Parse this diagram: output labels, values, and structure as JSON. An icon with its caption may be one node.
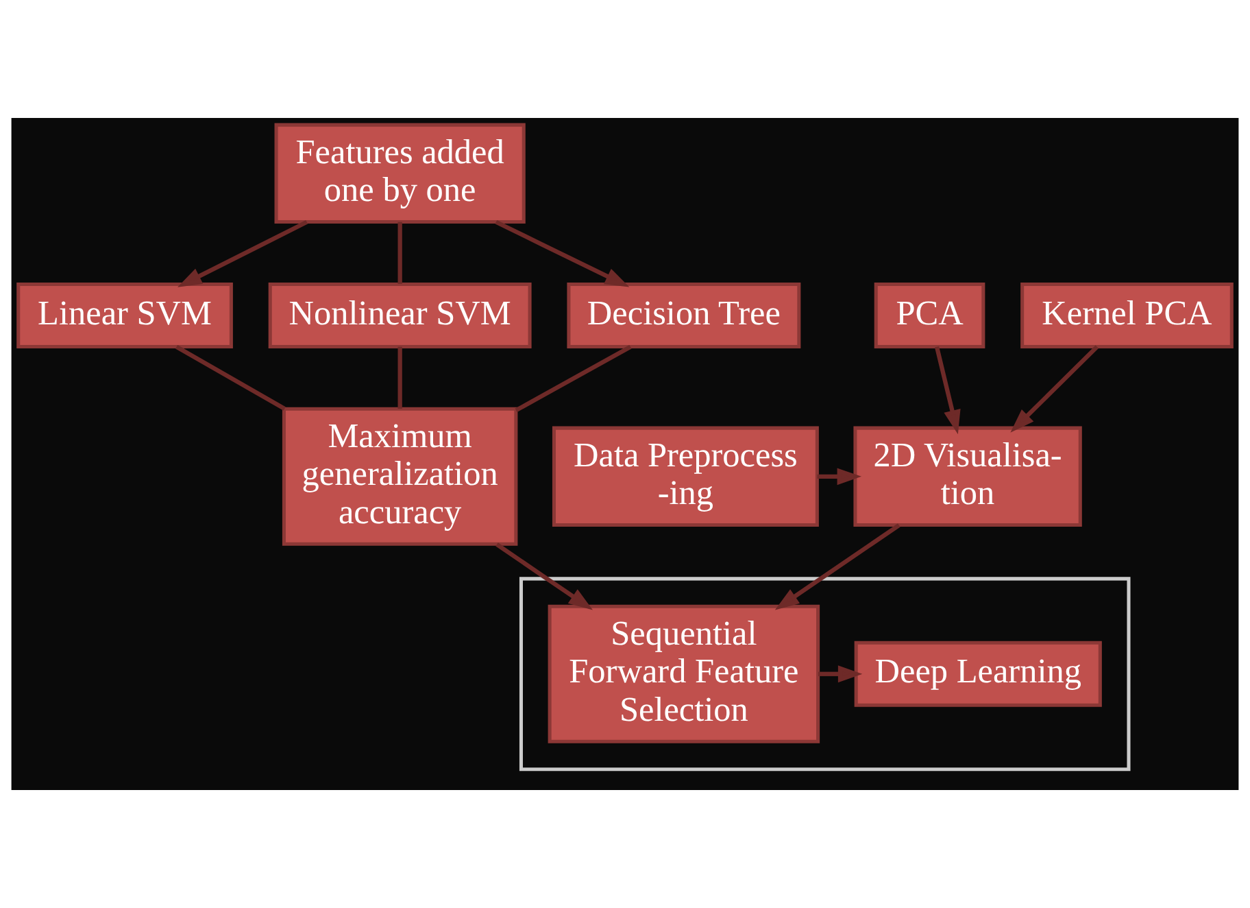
{
  "diagram": {
    "nodes": [
      {
        "text": [
          "Features added one by one"
        ]
      },
      {
        "text": [
          "Linear SVM"
        ]
      },
      {
        "text": [
          "Nonlinear SVM"
        ]
      },
      {
        "text": [
          "Decision Tree"
        ]
      },
      {
        "text": [
          "PCA"
        ]
      },
      {
        "text": [
          "Kernel PCA"
        ]
      },
      {
        "text": [
          "Maximum generalization accuracy"
        ]
      },
      {
        "text": [
          "Data Preprocess -ing"
        ]
      },
      {
        "text": [
          "2D Visualisa- tion"
        ]
      },
      {
        "text": [],
        "shape": "box"
      },
      {
        "text": [
          "Sequential Forward Feature Selection"
        ],
        "in": 9
      },
      {
        "text": [
          "Deep Learning"
        ],
        "in": 9
      }
    ],
    "edges": [
      {
        "from": 0,
        "to": 1,
        "arrow": "to"
      },
      {
        "from": 0,
        "to": 2,
        "arrow": "none"
      },
      {
        "from": 0,
        "to": 3,
        "arrow": "to"
      },
      {
        "from": 1,
        "to": 6,
        "arrow": "none"
      },
      {
        "from": 2,
        "to": 6,
        "arrow": "none"
      },
      {
        "from": 3,
        "to": 6,
        "arrow": "none"
      },
      {
        "from": 4,
        "to": 8,
        "arrow": "to"
      },
      {
        "from": 5,
        "to": 8,
        "arrow": "to"
      },
      {
        "from": 6,
        "to": 10,
        "arrow": "to"
      },
      {
        "from": 7,
        "to": 8,
        "arrow": "to"
      },
      {
        "from": 8,
        "to": 10,
        "arrow": "to"
      },
      {
        "from": 10,
        "to": 11,
        "arrow": "to"
      }
    ]
  }
}
